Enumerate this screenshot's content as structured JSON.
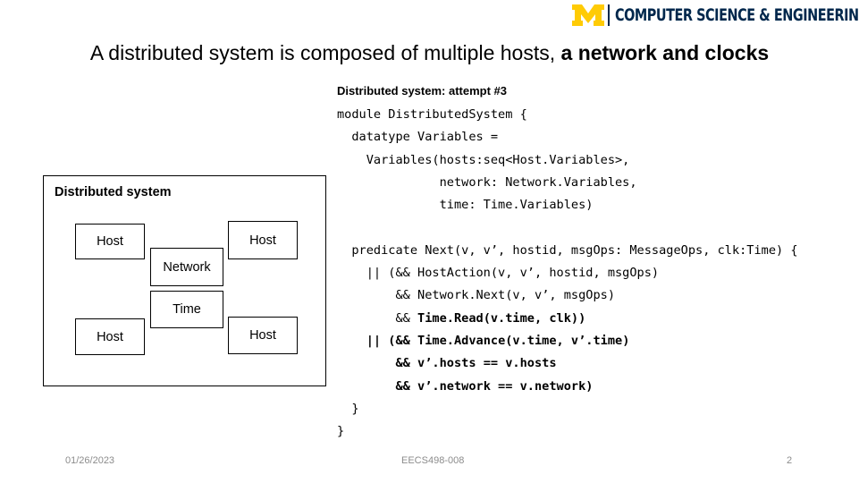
{
  "header": {
    "logo_text": "COMPUTER SCIENCE & ENGINEERING",
    "logo_icon": "block-m-icon",
    "brand_colors": {
      "maize": "#FFCB05",
      "blue": "#00274C"
    }
  },
  "slide": {
    "title_normal": "A distributed system is composed of multiple hosts, ",
    "title_bold": "a network and clocks",
    "attempt_label": "Distributed system: attempt #3",
    "code_lines": [
      {
        "normal": "module DistributedSystem {",
        "bold": ""
      },
      {
        "normal": "  datatype Variables =",
        "bold": ""
      },
      {
        "normal": "    Variables(hosts:seq<Host.Variables>,",
        "bold": ""
      },
      {
        "normal": "              network: Network.Variables,",
        "bold": ""
      },
      {
        "normal": "              time: Time.Variables)",
        "bold": ""
      },
      {
        "normal": "",
        "bold": ""
      },
      {
        "normal": "  predicate Next(v, v’, hostid, msgOps: MessageOps, clk:Time) {",
        "bold": ""
      },
      {
        "normal": "    || (&& HostAction(v, v’, hostid, msgOps)",
        "bold": ""
      },
      {
        "normal": "        && Network.Next(v, v’, msgOps)",
        "bold": ""
      },
      {
        "normal": "        && ",
        "bold": "Time.Read(v.time, clk))"
      },
      {
        "normal": "    ",
        "bold": "|| (&& Time.Advance(v.time, v’.time)"
      },
      {
        "normal": "        ",
        "bold": "&& v’.hosts == v.hosts"
      },
      {
        "normal": "        ",
        "bold": "&& v’.network == v.network)"
      },
      {
        "normal": "  }",
        "bold": ""
      },
      {
        "normal": "}",
        "bold": ""
      }
    ]
  },
  "diagram": {
    "label": "Distributed system",
    "host_top_left": "Host",
    "host_top_right": "Host",
    "network": "Network",
    "time": "Time",
    "host_bottom_left": "Host",
    "host_bottom_right": "Host"
  },
  "footer": {
    "date": "01/26/2023",
    "course": "EECS498-008",
    "page": "2"
  }
}
